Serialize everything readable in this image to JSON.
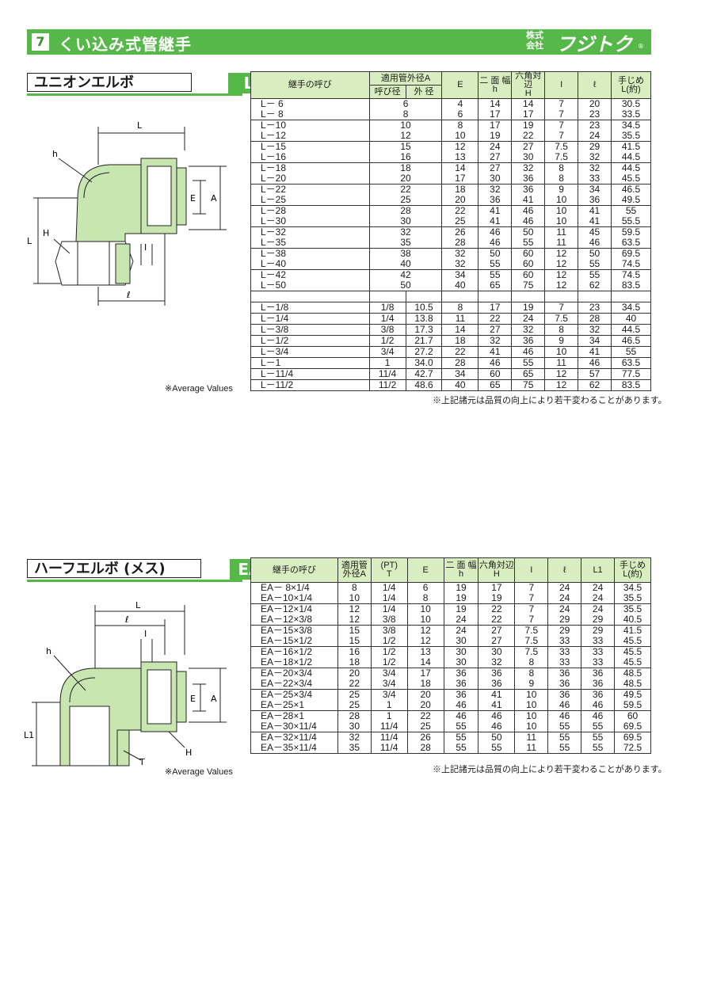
{
  "header": {
    "number": "7",
    "title": "くい込み式管継手",
    "logo_small_1": "株式",
    "logo_small_2": "会社",
    "logo_name": "フジトク",
    "logo_mark": "®"
  },
  "colors": {
    "accent": "#57b84a",
    "header_fill": "#d8eec0"
  },
  "section_l": {
    "name": "ユニオンエルボ",
    "code": "L",
    "headers": {
      "col1": "継手の呼び",
      "col2": "適用管外径A",
      "col2a": "呼び径",
      "col2b": "外 径",
      "col3": "E",
      "col4a": "二 面 幅",
      "col4b": "h",
      "col5a": "六角対辺",
      "col5b": "H",
      "col6": "I",
      "col7": "ℓ",
      "col8a": "手じめ",
      "col8b": "L(約)"
    },
    "rows_metric": [
      [
        "L－ 6",
        "6",
        "4",
        "14",
        "14",
        "7",
        "20",
        "30.5"
      ],
      [
        "L－ 8",
        "8",
        "6",
        "17",
        "17",
        "7",
        "23",
        "33.5"
      ],
      [
        "L－10",
        "10",
        "8",
        "17",
        "19",
        "7",
        "23",
        "34.5"
      ],
      [
        "L－12",
        "12",
        "10",
        "19",
        "22",
        "7",
        "24",
        "35.5"
      ],
      [
        "L－15",
        "15",
        "12",
        "24",
        "27",
        "7.5",
        "29",
        "41.5"
      ],
      [
        "L－16",
        "16",
        "13",
        "27",
        "30",
        "7.5",
        "32",
        "44.5"
      ],
      [
        "L－18",
        "18",
        "14",
        "27",
        "32",
        "8",
        "32",
        "44.5"
      ],
      [
        "L－20",
        "20",
        "17",
        "30",
        "36",
        "8",
        "33",
        "45.5"
      ],
      [
        "L－22",
        "22",
        "18",
        "32",
        "36",
        "9",
        "34",
        "46.5"
      ],
      [
        "L－25",
        "25",
        "20",
        "36",
        "41",
        "10",
        "36",
        "49.5"
      ],
      [
        "L－28",
        "28",
        "22",
        "41",
        "46",
        "10",
        "41",
        "55"
      ],
      [
        "L－30",
        "30",
        "25",
        "41",
        "46",
        "10",
        "41",
        "55.5"
      ],
      [
        "L－32",
        "32",
        "26",
        "46",
        "50",
        "11",
        "45",
        "59.5"
      ],
      [
        "L－35",
        "35",
        "28",
        "46",
        "55",
        "11",
        "46",
        "63.5"
      ],
      [
        "L－38",
        "38",
        "32",
        "50",
        "60",
        "12",
        "50",
        "69.5"
      ],
      [
        "L－40",
        "40",
        "32",
        "55",
        "60",
        "12",
        "55",
        "74.5"
      ],
      [
        "L－42",
        "42",
        "34",
        "55",
        "60",
        "12",
        "55",
        "74.5"
      ],
      [
        "L－50",
        "50",
        "40",
        "65",
        "75",
        "12",
        "62",
        "83.5"
      ]
    ],
    "rows_inch": [
      [
        "L－1/8",
        "1/8",
        "10.5",
        "8",
        "17",
        "19",
        "7",
        "23",
        "34.5"
      ],
      [
        "L－1/4",
        "1/4",
        "13.8",
        "11",
        "22",
        "24",
        "7.5",
        "28",
        "40"
      ],
      [
        "L－3/8",
        "3/8",
        "17.3",
        "14",
        "27",
        "32",
        "8",
        "32",
        "44.5"
      ],
      [
        "L－1/2",
        "1/2",
        "21.7",
        "18",
        "32",
        "36",
        "9",
        "34",
        "46.5"
      ],
      [
        "L－3/4",
        "3/4",
        "27.2",
        "22",
        "41",
        "46",
        "10",
        "41",
        "55"
      ],
      [
        "L－1",
        "1",
        "34.0",
        "28",
        "46",
        "55",
        "11",
        "46",
        "63.5"
      ],
      [
        "L－11/4",
        "11/4",
        "42.7",
        "34",
        "60",
        "65",
        "12",
        "57",
        "77.5"
      ],
      [
        "L－11/2",
        "11/2",
        "48.6",
        "40",
        "65",
        "75",
        "12",
        "62",
        "83.5"
      ]
    ],
    "average_note": "※Average Values",
    "footnote": "※上記諸元は品質の向上により若干変わることがあります。",
    "diagram_labels": {
      "L_top": "L",
      "h": "h",
      "E": "E",
      "A": "A",
      "L_side": "L",
      "H": "H",
      "I": "I",
      "ell": "ℓ"
    }
  },
  "section_ea": {
    "name": "ハーフエルボ (メス)",
    "code": "EA",
    "headers": {
      "col1": "継手の呼び",
      "col2a": "適用管",
      "col2b": "外径A",
      "col3a": "(PT)",
      "col3b": "T",
      "col4": "E",
      "col5a": "二 面 幅",
      "col5b": "h",
      "col6a": "六角対辺",
      "col6b": "H",
      "col7": "I",
      "col8": "ℓ",
      "col9": "L1",
      "col10a": "手じめ",
      "col10b": "L(約)"
    },
    "rows": [
      [
        "EA－ 8×1/4",
        "8",
        "1/4",
        "6",
        "19",
        "17",
        "7",
        "24",
        "24",
        "34.5"
      ],
      [
        "EA－10×1/4",
        "10",
        "1/4",
        "8",
        "19",
        "19",
        "7",
        "24",
        "24",
        "35.5"
      ],
      [
        "EA－12×1/4",
        "12",
        "1/4",
        "10",
        "19",
        "22",
        "7",
        "24",
        "24",
        "35.5"
      ],
      [
        "EA－12×3/8",
        "12",
        "3/8",
        "10",
        "24",
        "22",
        "7",
        "29",
        "29",
        "40.5"
      ],
      [
        "EA－15×3/8",
        "15",
        "3/8",
        "12",
        "24",
        "27",
        "7.5",
        "29",
        "29",
        "41.5"
      ],
      [
        "EA－15×1/2",
        "15",
        "1/2",
        "12",
        "30",
        "27",
        "7.5",
        "33",
        "33",
        "45.5"
      ],
      [
        "EA－16×1/2",
        "16",
        "1/2",
        "13",
        "30",
        "30",
        "7.5",
        "33",
        "33",
        "45.5"
      ],
      [
        "EA－18×1/2",
        "18",
        "1/2",
        "14",
        "30",
        "32",
        "8",
        "33",
        "33",
        "45.5"
      ],
      [
        "EA－20×3/4",
        "20",
        "3/4",
        "17",
        "36",
        "36",
        "8",
        "36",
        "36",
        "48.5"
      ],
      [
        "EA－22×3/4",
        "22",
        "3/4",
        "18",
        "36",
        "36",
        "9",
        "36",
        "36",
        "48.5"
      ],
      [
        "EA－25×3/4",
        "25",
        "3/4",
        "20",
        "36",
        "41",
        "10",
        "36",
        "36",
        "49.5"
      ],
      [
        "EA－25×1",
        "25",
        "1",
        "20",
        "46",
        "41",
        "10",
        "46",
        "46",
        "59.5"
      ],
      [
        "EA－28×1",
        "28",
        "1",
        "22",
        "46",
        "46",
        "10",
        "46",
        "46",
        "60"
      ],
      [
        "EA－30×11/4",
        "30",
        "11/4",
        "25",
        "55",
        "46",
        "10",
        "55",
        "55",
        "69.5"
      ],
      [
        "EA－32×11/4",
        "32",
        "11/4",
        "26",
        "55",
        "50",
        "11",
        "55",
        "55",
        "69.5"
      ],
      [
        "EA－35×11/4",
        "35",
        "11/4",
        "28",
        "55",
        "55",
        "11",
        "55",
        "55",
        "72.5"
      ]
    ],
    "average_note": "※Average Values",
    "footnote": "※上記諸元は品質の向上により若干変わることがあります。",
    "diagram_labels": {
      "L_top": "L",
      "ell": "ℓ",
      "I": "I",
      "h": "h",
      "E": "E",
      "A": "A",
      "L1": "L1",
      "T": "T",
      "H": "H"
    }
  }
}
